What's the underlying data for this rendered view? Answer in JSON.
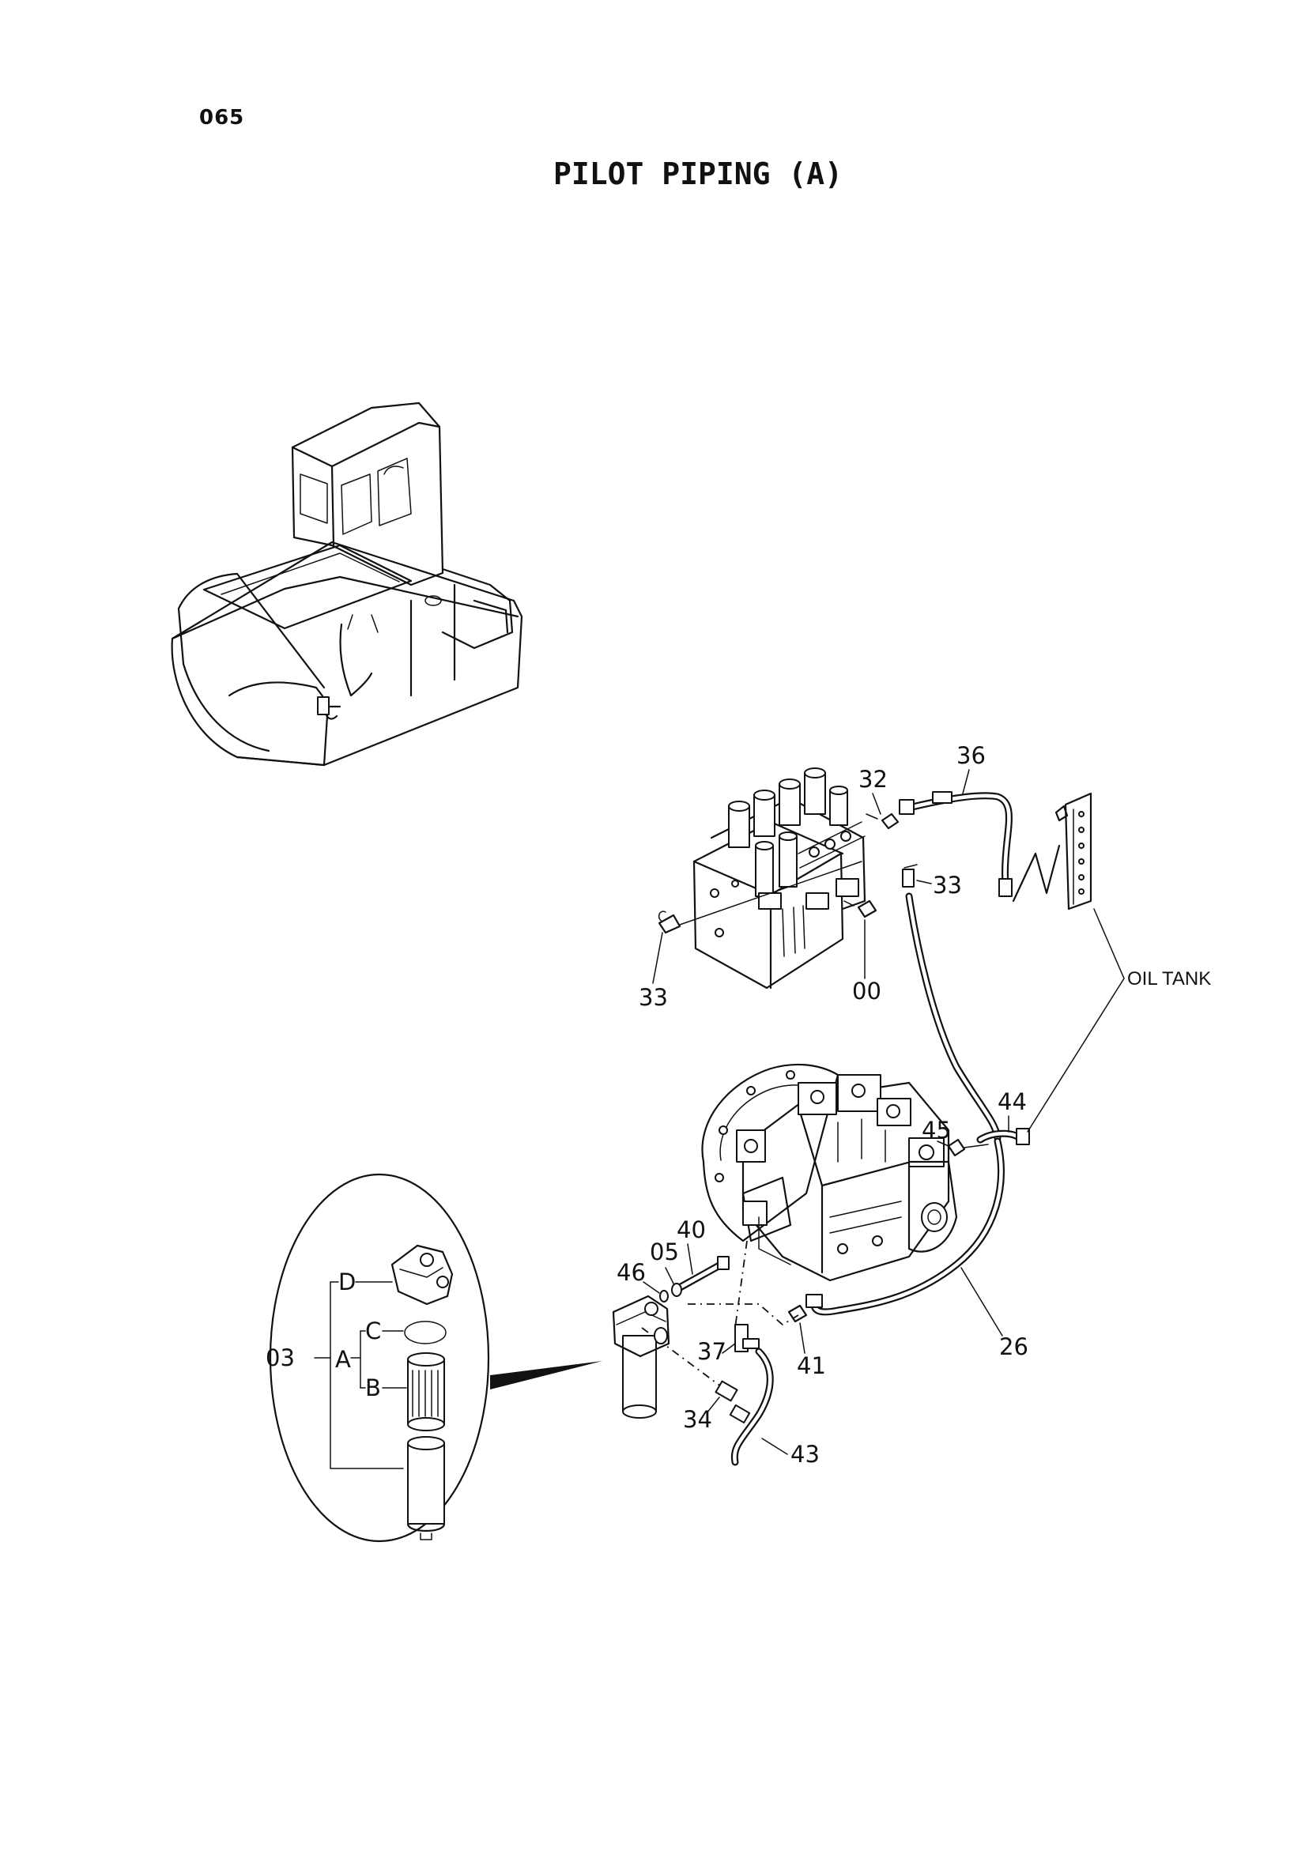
{
  "page": {
    "number": "065",
    "title": "PILOT PIPING (A)"
  },
  "diagram": {
    "callouts": {
      "c32": "32",
      "c36": "36",
      "c33_right": "33",
      "c33_left": "33",
      "c00": "00",
      "oil_tank": "OIL TANK",
      "c44": "44",
      "c45": "45",
      "c40": "40",
      "c05": "05",
      "c46": "46",
      "c37": "37",
      "c41": "41",
      "c26": "26",
      "c34": "34",
      "c43": "43"
    },
    "filter_detail": {
      "assembly": "03",
      "element_a": "A",
      "part_b": "B",
      "part_c": "C",
      "part_d": "D"
    }
  }
}
